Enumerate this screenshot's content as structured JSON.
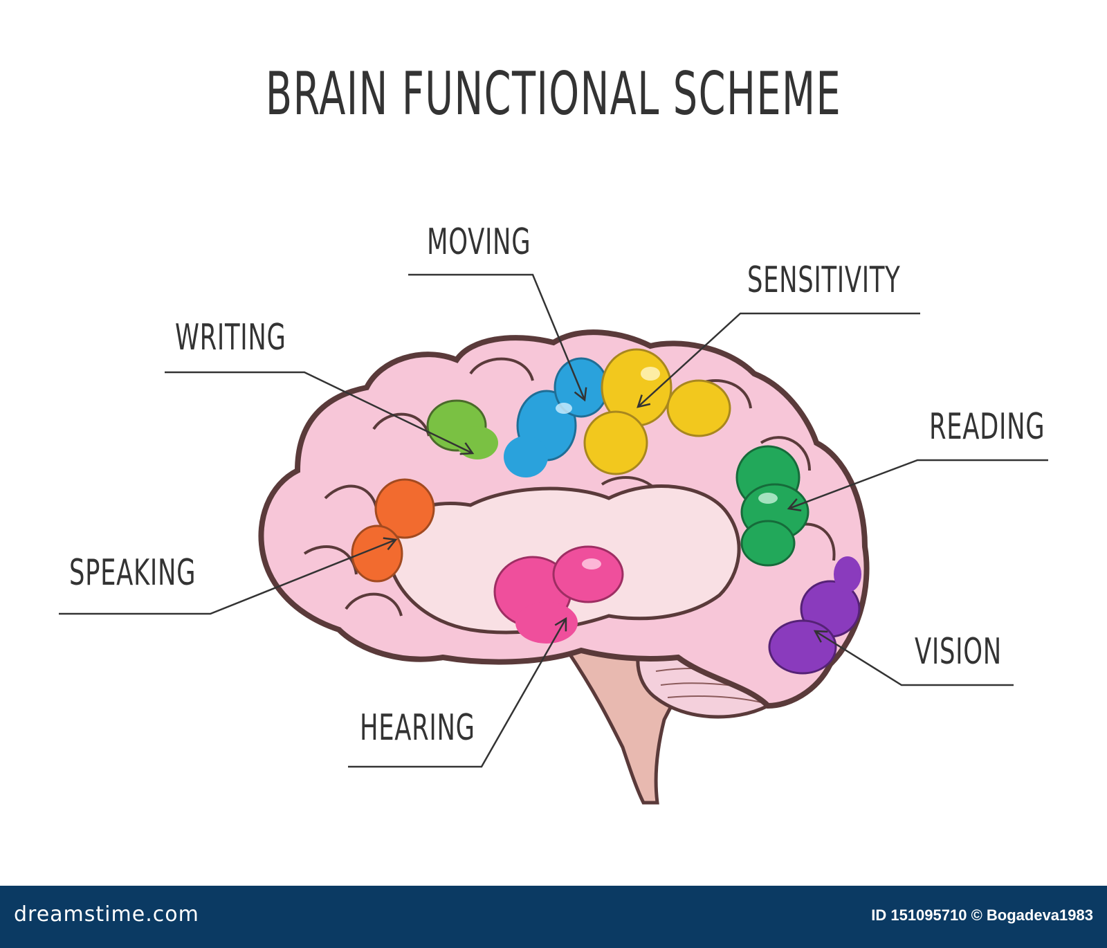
{
  "title": "BRAIN FUNCTIONAL SCHEME",
  "labels": {
    "moving": "MOVING",
    "sensitivity": "SENSITIVITY",
    "writing": "WRITING",
    "reading": "READING",
    "speaking": "SPEAKING",
    "vision": "VISION",
    "hearing": "HEARING"
  },
  "colors": {
    "outline": "#5a3a3a",
    "brain_pink": "#f7c6d8",
    "moving": "#2aa2dc",
    "sensitivity": "#f2c81e",
    "writing": "#7ac143",
    "reading": "#22a85a",
    "speaking": "#f26b2f",
    "vision": "#8a3bbd",
    "hearing": "#ef4f9c",
    "stem": "#e8b9b0",
    "footer": "#0b3a63"
  },
  "footer": {
    "site": "dreamstime.com",
    "id_text": "ID 151095710 © Bogadeva1983"
  }
}
